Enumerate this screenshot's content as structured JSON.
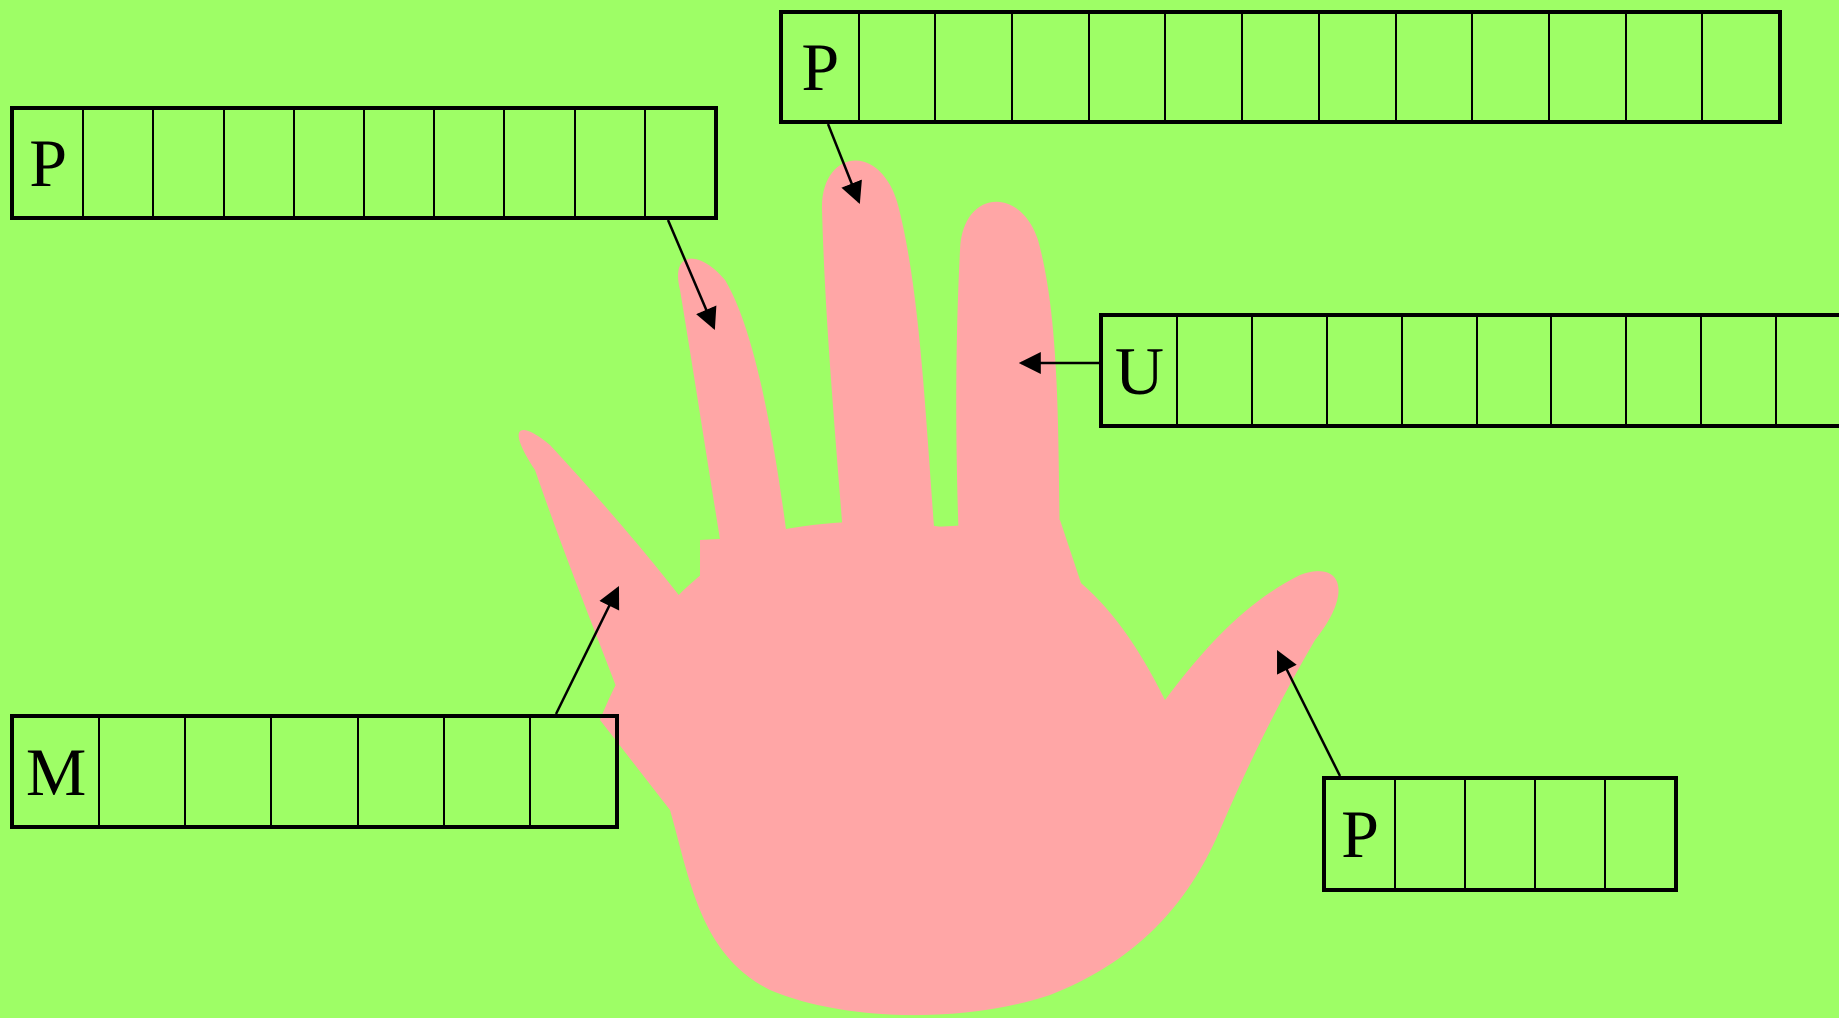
{
  "colors": {
    "background": "#9efe66",
    "hand": "#ffa6a6",
    "ink": "#000000"
  },
  "finger_labels": [
    {
      "id": "index-finger",
      "first_letter": "P",
      "cells": 10
    },
    {
      "id": "middle-finger",
      "first_letter": "P",
      "cells": 13
    },
    {
      "id": "ring-finger",
      "first_letter": "U",
      "cells": 10
    },
    {
      "id": "little-finger",
      "first_letter": "P",
      "cells": 5
    },
    {
      "id": "thumb",
      "first_letter": "M",
      "cells": 7
    }
  ]
}
